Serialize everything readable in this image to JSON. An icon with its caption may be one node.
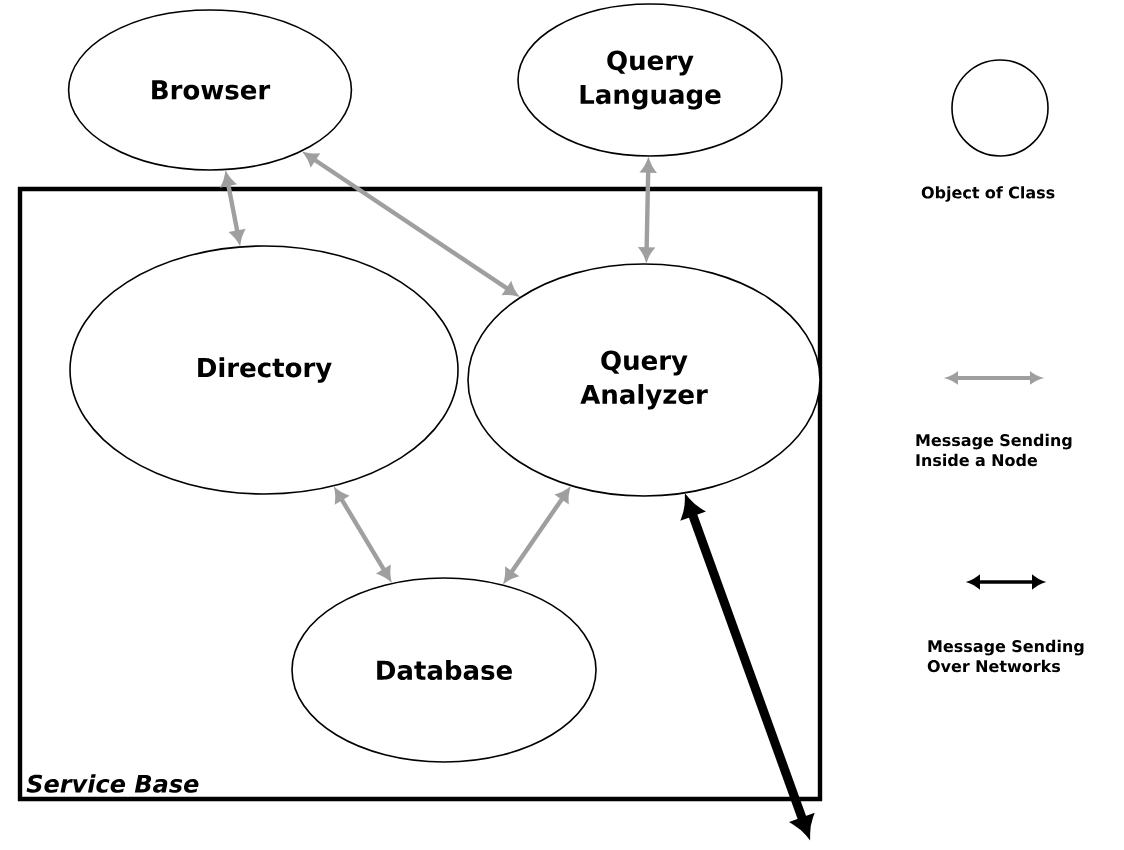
{
  "diagram": {
    "nodes": [
      {
        "text": [
          "Browser"
        ]
      },
      {
        "text": [
          "Query Language"
        ]
      },
      {
        "text": [
          "Service Base"
        ]
      },
      {
        "text": [
          "Directory"
        ],
        "in": 2
      },
      {
        "text": [
          "Query Analyzer"
        ],
        "in": 2
      },
      {
        "text": [
          "Database"
        ],
        "in": 2
      }
    ],
    "edges": [
      {
        "from": 0,
        "to": 3,
        "arrow": "both"
      },
      {
        "from": 0,
        "to": 4,
        "arrow": "both"
      },
      {
        "from": 1,
        "to": 4,
        "arrow": "both"
      },
      {
        "from": 3,
        "to": 5,
        "arrow": "both"
      },
      {
        "from": 4,
        "to": 5,
        "arrow": "both"
      },
      {
        "from": 4,
        "to": null,
        "arrow": "both",
        "style": "thick",
        "color": "#000000"
      }
    ],
    "legend": [
      {
        "text": "Object of Class"
      },
      {
        "text": "Message Sending Inside a Node"
      },
      {
        "text": "Message Sending Over Networks"
      }
    ]
  }
}
